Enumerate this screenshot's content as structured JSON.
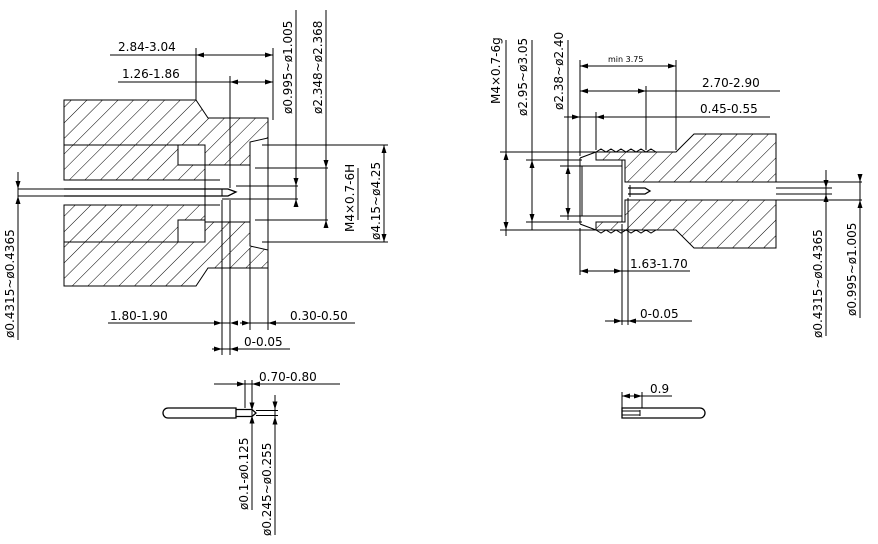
{
  "left_view": {
    "dims": {
      "d1": "2.84-3.04",
      "d2": "1.26-1.86",
      "d3": "ø0.995~ø1.005",
      "d4": "ø2.348~ø2.368",
      "d5": "M4×0.7-6H",
      "d6": "ø4.15~ø4.25",
      "d7": "ø0.4315~ø0.4365",
      "d8": "1.80-1.90",
      "d9": "0.30-0.50",
      "d10": "0-0.05"
    }
  },
  "pin_left": {
    "dims": {
      "p1": "0.70-0.80",
      "p2": "ø0.1-ø0.125",
      "p3": "ø0.245~ø0.255"
    }
  },
  "right_view": {
    "dims": {
      "r1": "M4×0.7-6g",
      "r2": "ø2.95~ø3.05",
      "r3": "ø2.38~ø2.40",
      "r4": "min  3.75",
      "r5": "2.70-2.90",
      "r6": "0.45-0.55",
      "r7": "1.63-1.70",
      "r8": "0-0.05",
      "r9": "ø0.4315~ø0.4365",
      "r10": "ø0.995~ø1.005"
    }
  },
  "pin_right": {
    "dims": {
      "q1": "0.9"
    }
  }
}
